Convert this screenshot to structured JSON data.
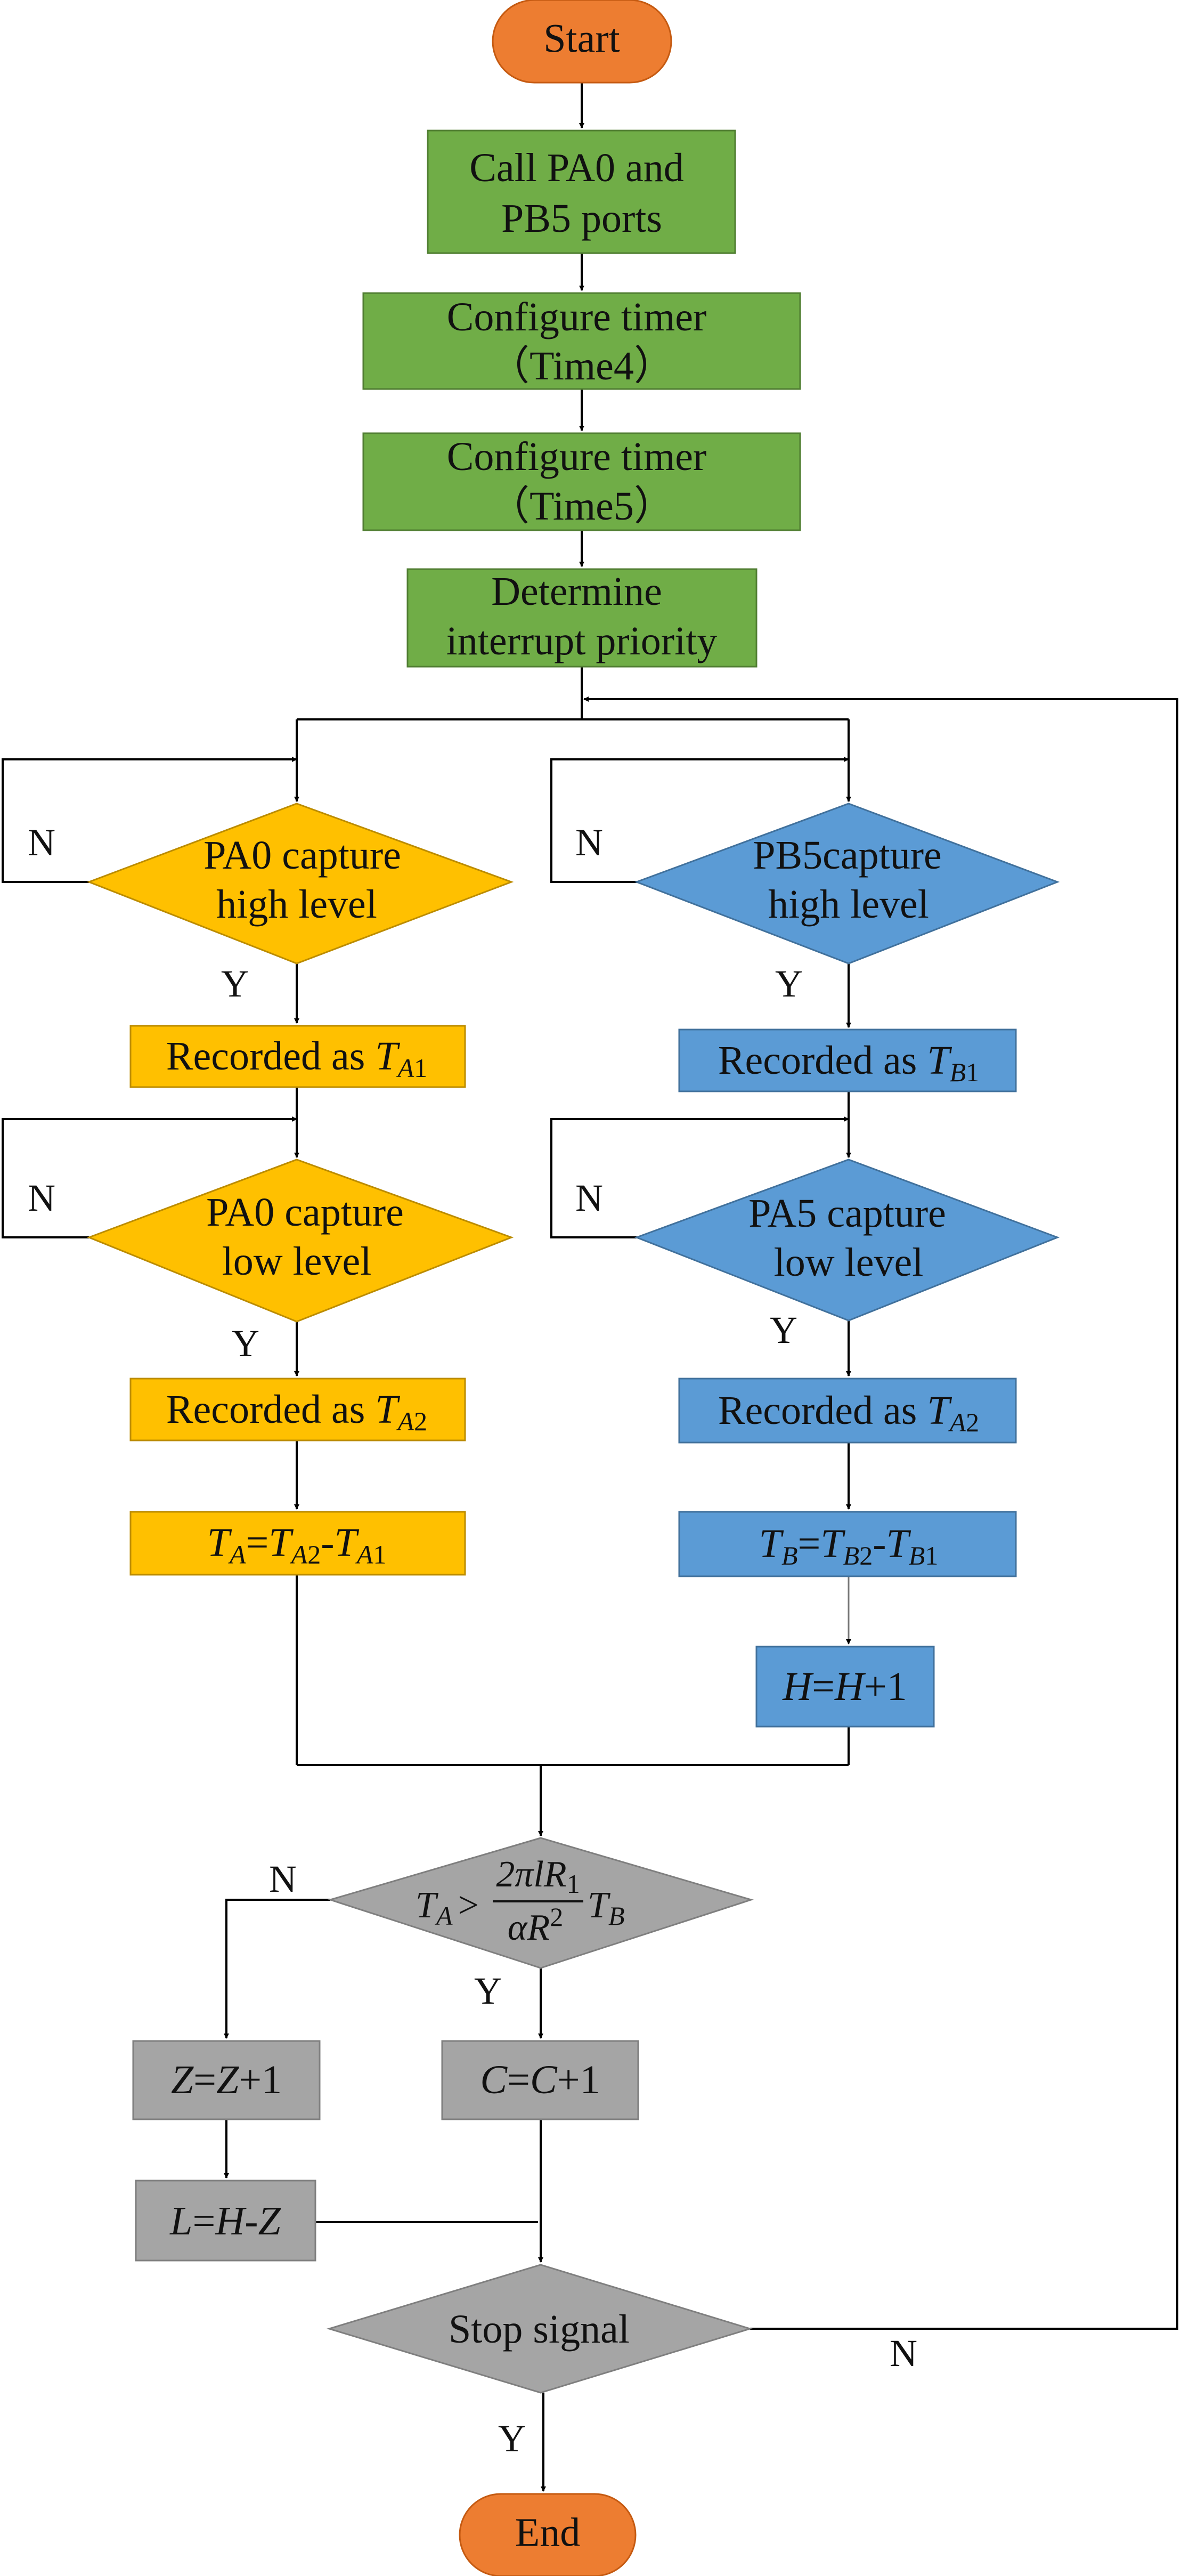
{
  "colors": {
    "terminal": "#ED7D31",
    "green": "#70AD47",
    "gold": "#FFC000",
    "blue": "#5B9BD5",
    "gray": "#A5A5A5",
    "line": "#000000"
  },
  "nodes": {
    "start": "Start",
    "call_ports": [
      "Call PA0 and",
      "PB5 ports"
    ],
    "config_time4": [
      "Configure timer",
      "（Time4）"
    ],
    "config_time5": [
      "Configure timer",
      "（Time5）"
    ],
    "interrupt_priority": [
      "Determine",
      "interrupt priority"
    ],
    "pa0_high": [
      "PA0 capture",
      "high level"
    ],
    "pb5_high": [
      "PB5capture",
      "high level"
    ],
    "recorded_prefix": "Recorded as",
    "pa0_low": [
      "PA0 capture",
      "low level"
    ],
    "pa5_low": [
      "PA5 capture",
      "low level"
    ],
    "stop_signal": "Stop signal",
    "end": "End"
  },
  "symbols": {
    "T": "T",
    "A": "A",
    "B": "B",
    "one": "1",
    "two": "2",
    "eq": "=",
    "minus": "-",
    "plus": "+",
    "H": "H",
    "Z": "Z",
    "C": "C",
    "L": "L",
    "gt": ">",
    "two_pi_l_R": "2πlR",
    "alpha_R": "αR"
  },
  "labels": {
    "yes": "Y",
    "no": "N"
  }
}
